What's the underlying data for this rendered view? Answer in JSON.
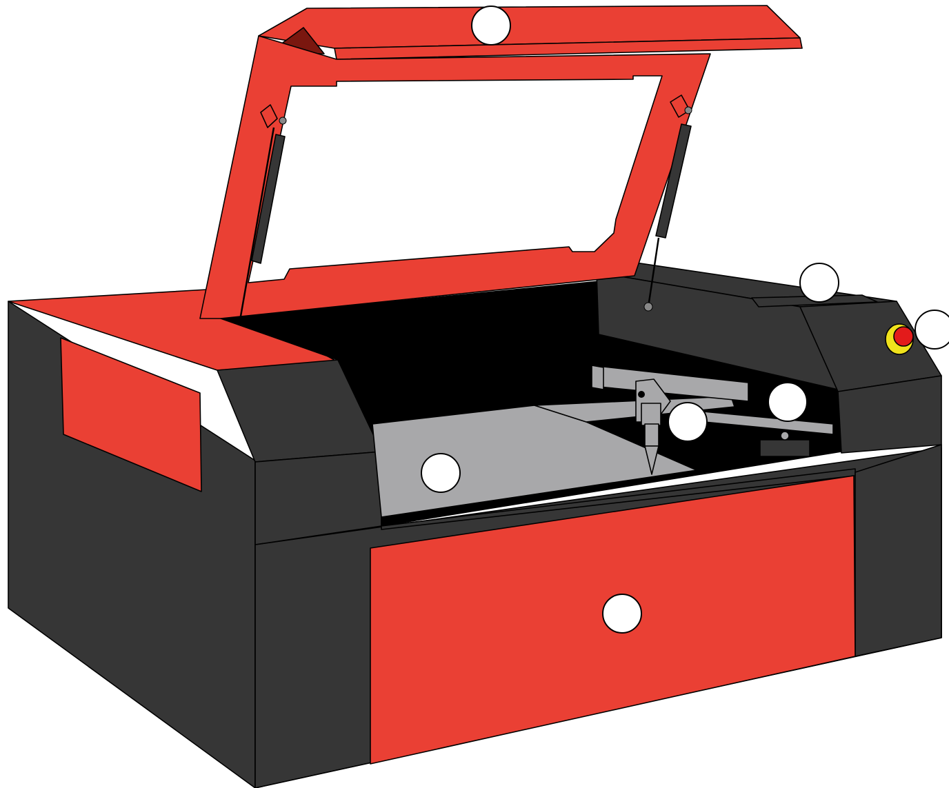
{
  "colors": {
    "body_red": "#ea4034",
    "dark_red": "#7a170f",
    "charcoal": "#363636",
    "bed_gray": "#a8a8aa",
    "interior_black": "#000000",
    "button_yellow": "#f0e21c",
    "button_red": "#e31b1b",
    "callout_fill": "#ffffff"
  },
  "callouts": [
    {
      "id": "lid-callout",
      "label": ""
    },
    {
      "id": "control-panel-callout",
      "label": ""
    },
    {
      "id": "emergency-stop-callout",
      "label": ""
    },
    {
      "id": "gantry-rail-callout",
      "label": ""
    },
    {
      "id": "laser-head-callout",
      "label": ""
    },
    {
      "id": "work-bed-callout",
      "label": ""
    },
    {
      "id": "front-door-callout",
      "label": ""
    }
  ]
}
